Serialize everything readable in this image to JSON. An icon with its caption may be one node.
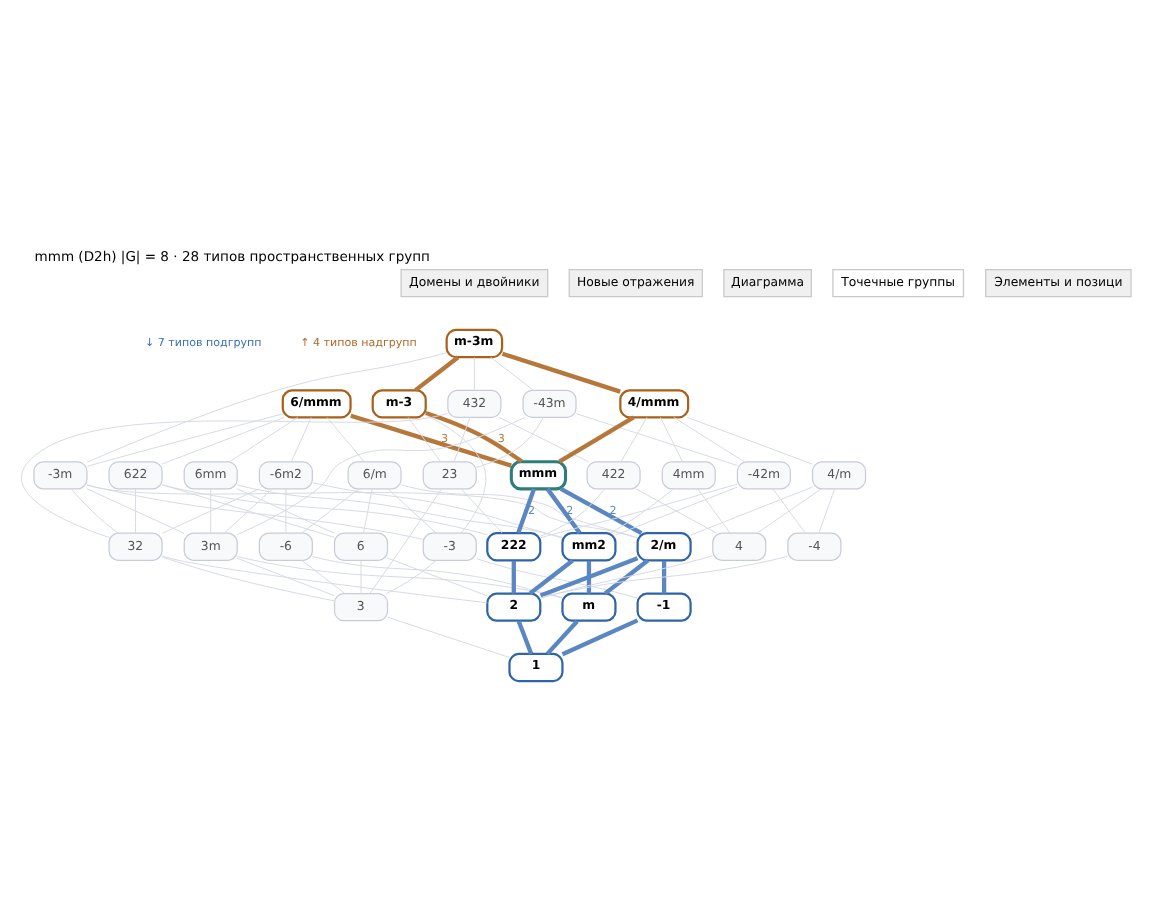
{
  "diagram": {
    "title": "mmm (D2h) |G| = 8 · 28 типов пространственных групп",
    "nodes": [
      {
        "text": [
          "m-3m"
        ]
      },
      {
        "text": [
          "6/mmm"
        ]
      },
      {
        "text": [
          "m-3"
        ]
      },
      {
        "text": [
          "432"
        ]
      },
      {
        "text": [
          "-43m"
        ]
      },
      {
        "text": [
          "4/mmm"
        ]
      },
      {
        "text": [
          "-3m"
        ]
      },
      {
        "text": [
          "622"
        ]
      },
      {
        "text": [
          "6mm"
        ]
      },
      {
        "text": [
          "-6m2"
        ]
      },
      {
        "text": [
          "6/m"
        ]
      },
      {
        "text": [
          "23"
        ]
      },
      {
        "text": [
          "mmm"
        ]
      },
      {
        "text": [
          "422"
        ]
      },
      {
        "text": [
          "4mm"
        ]
      },
      {
        "text": [
          "-42m"
        ]
      },
      {
        "text": [
          "4/m"
        ]
      },
      {
        "text": [
          "32"
        ]
      },
      {
        "text": [
          "3m"
        ]
      },
      {
        "text": [
          "-6"
        ]
      },
      {
        "text": [
          "6"
        ]
      },
      {
        "text": [
          "-3"
        ]
      },
      {
        "text": [
          "222"
        ]
      },
      {
        "text": [
          "mm2"
        ]
      },
      {
        "text": [
          "2/m"
        ]
      },
      {
        "text": [
          "4"
        ]
      },
      {
        "text": [
          "-4"
        ]
      },
      {
        "text": [
          "3"
        ]
      },
      {
        "text": [
          "2"
        ]
      },
      {
        "text": [
          "m"
        ]
      },
      {
        "text": [
          "-1"
        ]
      },
      {
        "text": [
          "1"
        ]
      }
    ],
    "edges": [
      {
        "from": 0,
        "to": 2,
        "arrow": "none",
        "style": "thick",
        "color": "#b5773a"
      },
      {
        "from": 0,
        "to": 5,
        "arrow": "none",
        "style": "thick",
        "color": "#b5773a"
      },
      {
        "from": 1,
        "to": 12,
        "arrow": "none",
        "label": "3",
        "style": "thick",
        "color": "#b5773a"
      },
      {
        "from": 2,
        "to": 12,
        "arrow": "none",
        "label": "3",
        "style": "thick",
        "color": "#b5773a"
      },
      {
        "from": 5,
        "to": 12,
        "arrow": "none",
        "style": "thick",
        "color": "#b5773a"
      },
      {
        "from": 12,
        "to": 22,
        "arrow": "none",
        "label": "2",
        "style": "thick",
        "color": "#5a86c2"
      },
      {
        "from": 12,
        "to": 23,
        "arrow": "none",
        "label": "2",
        "style": "thick",
        "color": "#5a86c2"
      },
      {
        "from": 12,
        "to": 24,
        "arrow": "none",
        "label": "2",
        "style": "thick",
        "color": "#5a86c2"
      },
      {
        "from": 22,
        "to": 28,
        "arrow": "none",
        "style": "thick",
        "color": "#5a86c2"
      },
      {
        "from": 23,
        "to": 28,
        "arrow": "none",
        "style": "thick",
        "color": "#5a86c2"
      },
      {
        "from": 23,
        "to": 29,
        "arrow": "none",
        "style": "thick",
        "color": "#5a86c2"
      },
      {
        "from": 24,
        "to": 28,
        "arrow": "none",
        "style": "thick",
        "color": "#5a86c2"
      },
      {
        "from": 24,
        "to": 29,
        "arrow": "none",
        "style": "thick",
        "color": "#5a86c2"
      },
      {
        "from": 24,
        "to": 30,
        "arrow": "none",
        "style": "thick",
        "color": "#5a86c2"
      },
      {
        "from": 28,
        "to": 31,
        "arrow": "none",
        "style": "thick",
        "color": "#5a86c2"
      },
      {
        "from": 29,
        "to": 31,
        "arrow": "none",
        "style": "thick",
        "color": "#5a86c2"
      },
      {
        "from": 30,
        "to": 31,
        "arrow": "none",
        "style": "thick",
        "color": "#5a86c2"
      },
      {
        "from": 0,
        "to": 3,
        "arrow": "none"
      },
      {
        "from": 0,
        "to": 4,
        "arrow": "none"
      },
      {
        "from": 0,
        "to": 6,
        "arrow": "none"
      },
      {
        "from": 2,
        "to": 11,
        "arrow": "none"
      },
      {
        "from": 2,
        "to": 21,
        "arrow": "none"
      },
      {
        "from": 3,
        "to": 11,
        "arrow": "none"
      },
      {
        "from": 3,
        "to": 13,
        "arrow": "none"
      },
      {
        "from": 3,
        "to": 17,
        "arrow": "none"
      },
      {
        "from": 4,
        "to": 11,
        "arrow": "none"
      },
      {
        "from": 4,
        "to": 15,
        "arrow": "none"
      },
      {
        "from": 4,
        "to": 18,
        "arrow": "none"
      },
      {
        "from": 1,
        "to": 6,
        "arrow": "none"
      },
      {
        "from": 1,
        "to": 7,
        "arrow": "none"
      },
      {
        "from": 1,
        "to": 8,
        "arrow": "none"
      },
      {
        "from": 1,
        "to": 9,
        "arrow": "none"
      },
      {
        "from": 1,
        "to": 10,
        "arrow": "none"
      },
      {
        "from": 5,
        "to": 13,
        "arrow": "none"
      },
      {
        "from": 5,
        "to": 14,
        "arrow": "none"
      },
      {
        "from": 5,
        "to": 15,
        "arrow": "none"
      },
      {
        "from": 5,
        "to": 16,
        "arrow": "none"
      },
      {
        "from": 6,
        "to": 17,
        "arrow": "none"
      },
      {
        "from": 6,
        "to": 18,
        "arrow": "none"
      },
      {
        "from": 6,
        "to": 21,
        "arrow": "none"
      },
      {
        "from": 6,
        "to": 24,
        "arrow": "none"
      },
      {
        "from": 7,
        "to": 17,
        "arrow": "none"
      },
      {
        "from": 7,
        "to": 20,
        "arrow": "none"
      },
      {
        "from": 7,
        "to": 22,
        "arrow": "none"
      },
      {
        "from": 8,
        "to": 18,
        "arrow": "none"
      },
      {
        "from": 8,
        "to": 20,
        "arrow": "none"
      },
      {
        "from": 8,
        "to": 23,
        "arrow": "none"
      },
      {
        "from": 9,
        "to": 17,
        "arrow": "none"
      },
      {
        "from": 9,
        "to": 18,
        "arrow": "none"
      },
      {
        "from": 9,
        "to": 19,
        "arrow": "none"
      },
      {
        "from": 9,
        "to": 23,
        "arrow": "none"
      },
      {
        "from": 10,
        "to": 19,
        "arrow": "none"
      },
      {
        "from": 10,
        "to": 20,
        "arrow": "none"
      },
      {
        "from": 10,
        "to": 21,
        "arrow": "none"
      },
      {
        "from": 10,
        "to": 24,
        "arrow": "none"
      },
      {
        "from": 11,
        "to": 22,
        "arrow": "none"
      },
      {
        "from": 11,
        "to": 27,
        "arrow": "none"
      },
      {
        "from": 13,
        "to": 22,
        "arrow": "none"
      },
      {
        "from": 13,
        "to": 25,
        "arrow": "none"
      },
      {
        "from": 14,
        "to": 23,
        "arrow": "none"
      },
      {
        "from": 14,
        "to": 25,
        "arrow": "none"
      },
      {
        "from": 15,
        "to": 22,
        "arrow": "none"
      },
      {
        "from": 15,
        "to": 23,
        "arrow": "none"
      },
      {
        "from": 15,
        "to": 26,
        "arrow": "none"
      },
      {
        "from": 16,
        "to": 24,
        "arrow": "none"
      },
      {
        "from": 16,
        "to": 25,
        "arrow": "none"
      },
      {
        "from": 16,
        "to": 26,
        "arrow": "none"
      },
      {
        "from": 17,
        "to": 27,
        "arrow": "none"
      },
      {
        "from": 17,
        "to": 28,
        "arrow": "none"
      },
      {
        "from": 18,
        "to": 27,
        "arrow": "none"
      },
      {
        "from": 18,
        "to": 29,
        "arrow": "none"
      },
      {
        "from": 19,
        "to": 27,
        "arrow": "none"
      },
      {
        "from": 19,
        "to": 29,
        "arrow": "none"
      },
      {
        "from": 20,
        "to": 27,
        "arrow": "none"
      },
      {
        "from": 20,
        "to": 28,
        "arrow": "none"
      },
      {
        "from": 21,
        "to": 27,
        "arrow": "none"
      },
      {
        "from": 21,
        "to": 30,
        "arrow": "none"
      },
      {
        "from": 25,
        "to": 28,
        "arrow": "none"
      },
      {
        "from": 26,
        "to": 28,
        "arrow": "none"
      },
      {
        "from": 27,
        "to": 31,
        "arrow": "none"
      }
    ],
    "labels": [
      "Домены и двойники",
      "Новые отражения",
      "Диаграмма",
      "Точечные группы",
      "Элементы и позици",
      "↓ 7 типов подгрупп",
      "↑ 4 типов надгрупп"
    ]
  }
}
